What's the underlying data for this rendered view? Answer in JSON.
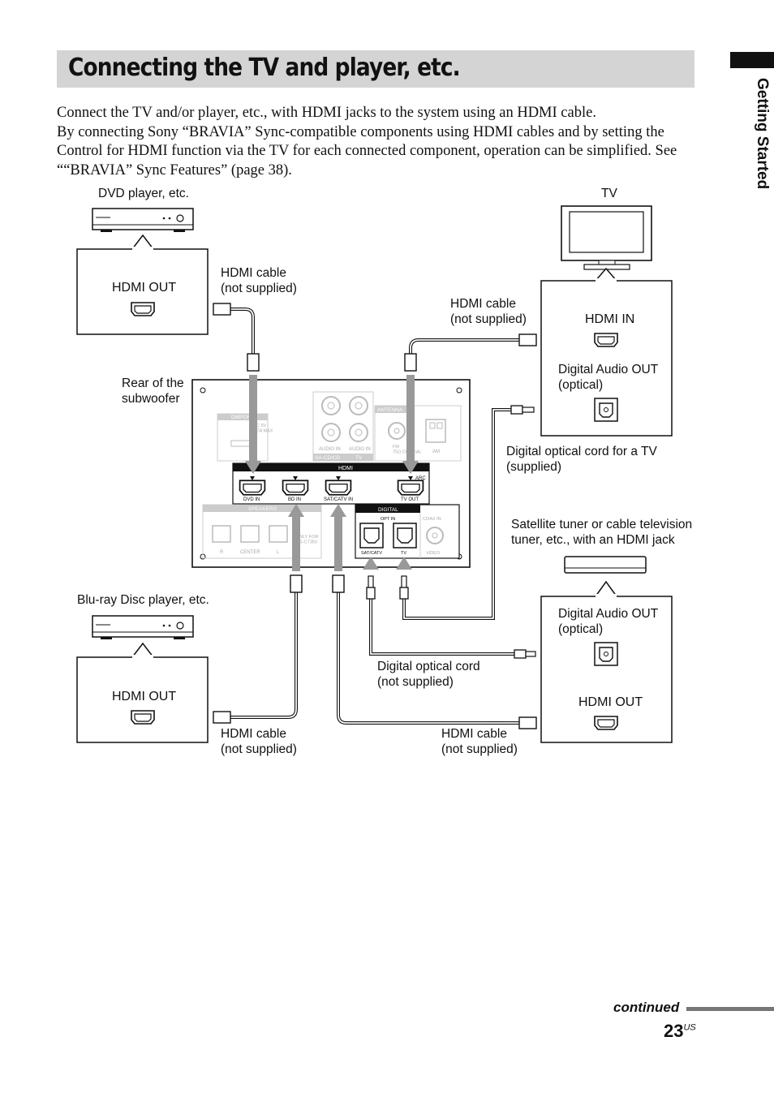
{
  "header": {
    "title": "Connecting the TV and player, etc.",
    "section_tab": "Getting Started"
  },
  "intro": {
    "line1": "Connect the TV and/or player, etc., with HDMI jacks to the system using an HDMI cable.",
    "line2": "By connecting Sony “BRAVIA” Sync-compatible components using HDMI cables and by setting the Control for HDMI function via the TV for each connected component, operation can be simplified. See ““BRAVIA” Sync Features” (page 38)."
  },
  "devices": {
    "dvd": {
      "name": "DVD player, etc.",
      "port": "HDMI OUT"
    },
    "bluray": {
      "name": "Blu-ray Disc player, etc.",
      "port": "HDMI OUT"
    },
    "tv": {
      "name": "TV",
      "port_hdmi": "HDMI IN",
      "port_optical": "Digital Audio OUT\n(optical)"
    },
    "tuner": {
      "name": "Satellite tuner or cable television\ntuner, etc., with an HDMI jack",
      "port_optical": "Digital Audio OUT\n(optical)",
      "port_hdmi": "HDMI OUT"
    }
  },
  "cables": {
    "dvd_hdmi": "HDMI cable\n(not supplied)",
    "tv_hdmi": "HDMI cable\n(not supplied)",
    "tv_optical": "Digital optical cord for a TV\n(supplied)",
    "bluray_hdmi": "HDMI cable\n(not supplied)",
    "tuner_optical": "Digital optical cord\n(not supplied)",
    "tuner_hdmi": "HDMI cable\n(not supplied)"
  },
  "subwoofer": {
    "label": "Rear of the\nsubwoofer",
    "dmport": "DMPORT",
    "dmport_spec": "DC 5V\n0.7A MAX",
    "audio_in_1": "AUDIO IN",
    "audio_in_2": "AUDIO IN",
    "sacd": "SA-CD/CD",
    "tv_group": "TV",
    "antenna": "ANTENNA",
    "fm": "FM\n75Ω COAXIAL",
    "am": "AM",
    "hdmi": "HDMI",
    "arc": "ARC",
    "dvd_in": "DVD IN",
    "bd_in": "BD IN",
    "sat_in": "SAT/CATV IN",
    "tv_out": "TV OUT",
    "speakers": "SPEAKERS",
    "spk_r": "R",
    "spk_center": "CENTER",
    "spk_l": "L",
    "spk_note": "NLY FOR\nS-CT350",
    "digital": "DIGITAL",
    "opt_in": "OPT IN",
    "coax_in": "COAX IN",
    "sat_catv": "SAT/CATV",
    "opt_tv": "TV",
    "video": "VIDEO"
  },
  "footer": {
    "continued": "continued",
    "page": "23",
    "page_suffix": "US"
  }
}
